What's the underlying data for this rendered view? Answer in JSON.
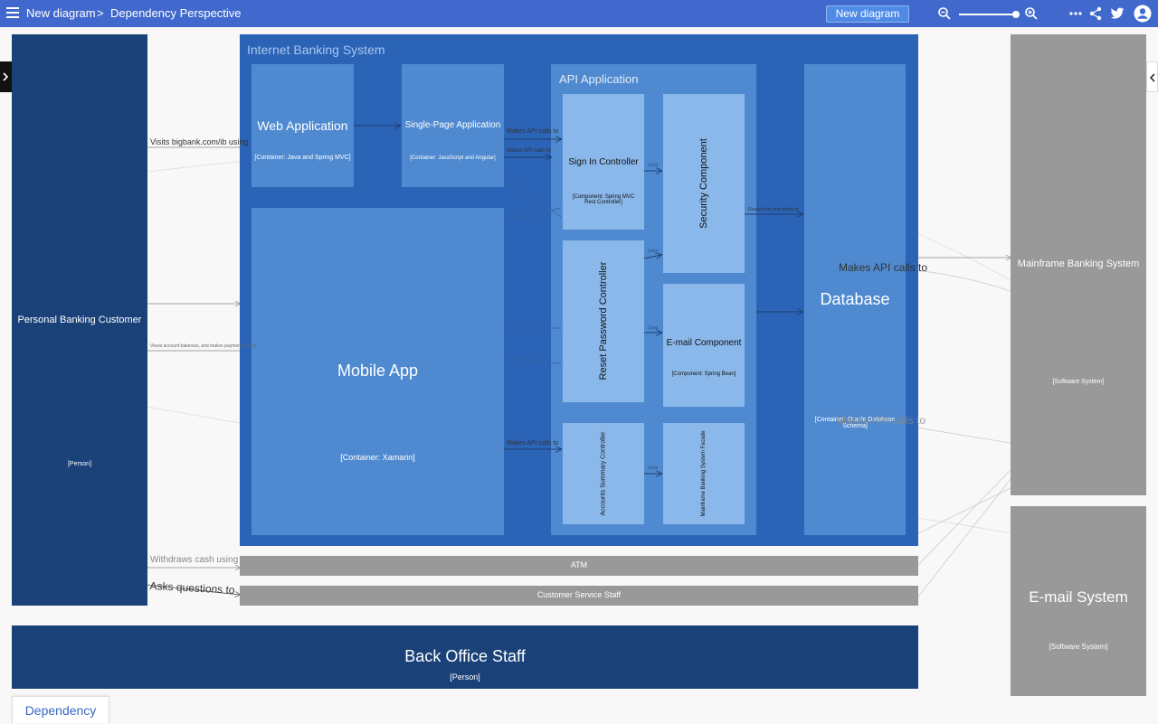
{
  "topbar": {
    "breadcrumb_root": "New diagram",
    "breadcrumb_sep": ">",
    "breadcrumb_current": "Dependency Perspective",
    "new_button": "New diagram",
    "icons": [
      "menu-icon",
      "zoom-out-icon",
      "zoom-slider",
      "zoom-in-icon",
      "more-icon",
      "share-icon",
      "twitter-icon",
      "account-icon"
    ]
  },
  "diagram": {
    "person_customer": {
      "name": "Personal Banking Customer",
      "type": "[Person]"
    },
    "system_boundary": "Internet Banking System",
    "web_app": {
      "name": "Web Application",
      "type": "[Container: Java and Spring MVC]"
    },
    "spa": {
      "name": "Single-Page Application",
      "type": "[Container: JavaScript and Angular]"
    },
    "mobile_app": {
      "name": "Mobile App",
      "type": "[Container: Xamarin]"
    },
    "api_app": "API Application",
    "signin": {
      "name": "Sign In Controller",
      "type": "[Component: Spring MVC Rest Controller]"
    },
    "security": {
      "name": "Security Component"
    },
    "reset": {
      "name": "Reset Password Controller"
    },
    "email_comp": {
      "name": "E-mail Component",
      "type": "[Component: Spring Bean]"
    },
    "accounts": {
      "name": "Accounts Summary Controller"
    },
    "mainframe_facade": {
      "name": "Mainframe Banking System Facade"
    },
    "database": {
      "name": "Database",
      "type": "[Container: Oracle Database Schema]"
    },
    "mainframe": {
      "name": "Mainframe Banking System",
      "type": "[Software System]"
    },
    "email_system": {
      "name": "E-mail System",
      "type": "[Software System]"
    },
    "atm": "ATM",
    "cs_staff": "Customer Service Staff",
    "back_office": {
      "name": "Back Office Staff",
      "type": "[Person]"
    }
  },
  "edges": {
    "visits": "Visits bigbank.com/ib using",
    "views": "Views account balances, and makes payments using",
    "api1": "Makes API calls to",
    "api2": "Makes API calls to",
    "api3": "Makes API calls to",
    "uses1": "Uses",
    "uses2": "Uses",
    "uses3": "Uses",
    "uses4": "Uses",
    "reads": "Reads from and writes to",
    "api_big": "Makes API calls to",
    "api_ghost": "Makes API calls to",
    "withdraws": "Withdraws cash using",
    "asks": "Asks questions to"
  },
  "tabs": [
    "Dependency"
  ],
  "colors": {
    "topbar": "#4169cd",
    "person": "#1a4278",
    "boundary": "#2b63b6",
    "container": "#4f8ad0",
    "component": "#8bb8ea",
    "external": "#999999"
  }
}
